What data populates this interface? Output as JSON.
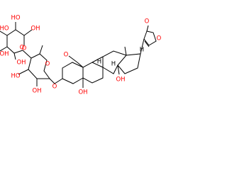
{
  "atoms": {
    "lactone_ketone_o": "O",
    "lactone_ring_o": "O",
    "aldehyde_o": "O",
    "oh_c14": "OH",
    "oh_c5": "OH",
    "glycoside_o_c3": "O",
    "ring_o_sugar1": "O",
    "oh_sugar1_c2": "OH",
    "oh_sugar1_c4": "HO",
    "glycoside_o_sugar1": "O",
    "ring_o_sugar2": "O",
    "oh_sugar2_a": "OH",
    "oh_sugar2_b": "HO",
    "oh_sugar2_c": "HO",
    "oh_sugar2_d": "OH",
    "oh_ch2oh": "OH"
  },
  "stereo_h": {
    "h_c8": "H",
    "h_c9": "H",
    "h_c17": "H"
  },
  "colors": {
    "bond": "#000000",
    "oxygen": "#ff0000"
  }
}
